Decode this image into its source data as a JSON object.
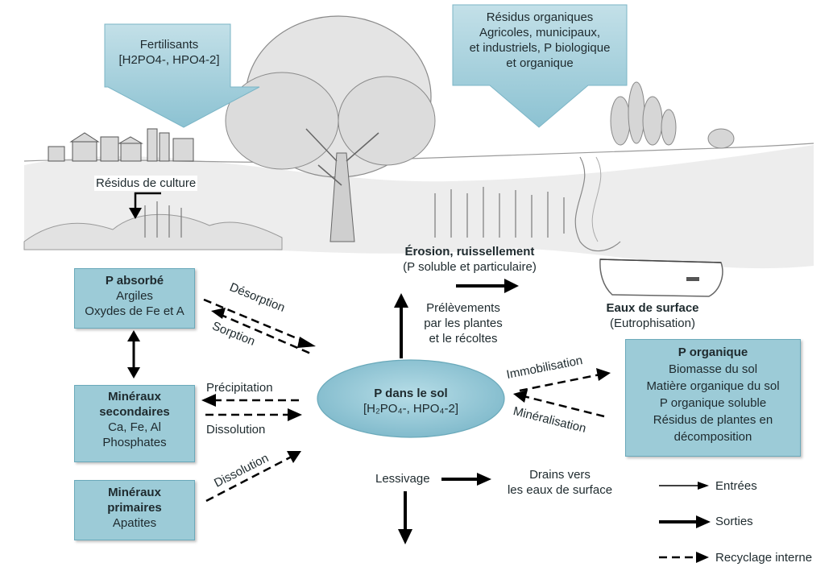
{
  "inputs": {
    "fertilisants": {
      "line1": "Fertilisants",
      "line2": "[H2PO4-, HPO4-2]"
    },
    "residus_organiques": {
      "lines": [
        "Résidus organiques",
        "Agricoles, municipaux,",
        "et industriels, P biologique",
        "et organique"
      ]
    }
  },
  "residus_culture": "Résidus de culture",
  "erosion": {
    "title": "Érosion, ruissellement",
    "subtitle": "(P soluble et particulaire)"
  },
  "eaux_surface": {
    "title": "Eaux de surface",
    "subtitle": "(Eutrophisation)"
  },
  "prelevements": [
    "Prélèvements",
    "par les plantes",
    "et le récoltes"
  ],
  "p_absorbe": {
    "title": "P absorbé",
    "lines": [
      "Argiles",
      "Oxydes de Fe et A"
    ]
  },
  "desorption": "Désorption",
  "sorption": "Sorption",
  "mineraux_secondaires": {
    "title_lines": [
      "Minéraux",
      "secondaires"
    ],
    "lines": [
      "Ca, Fe, Al",
      "Phosphates"
    ]
  },
  "precipitation": "Précipitation",
  "dissolution": "Dissolution",
  "dissolution2": "Dissolution",
  "mineraux_primaires": {
    "title_lines": [
      "Minéraux",
      "primaires"
    ],
    "lines": [
      "Apatites"
    ]
  },
  "p_sol": {
    "title": "P dans le sol",
    "formula": "[H₂PO₄-, HPO₄-2]"
  },
  "immobilisation": "Immobilisation",
  "mineralisation": "Minéralisation",
  "p_organique": {
    "title": "P organique",
    "lines": [
      "Biomasse du sol",
      "Matière organique du sol",
      "P organique soluble",
      "Résidus de plantes en",
      "décomposition"
    ]
  },
  "lessivage": "Lessivage",
  "drains": [
    "Drains vers",
    "les eaux de surface"
  ],
  "legend": {
    "entrees": "Entrées",
    "sorties": "Sorties",
    "recyclage": "Recyclage interne"
  },
  "colors": {
    "box_fill": "#9ccbd7",
    "box_border": "#6aa9ba",
    "ellipse_fill": "#8fc4d4",
    "arrow": "#000000"
  }
}
